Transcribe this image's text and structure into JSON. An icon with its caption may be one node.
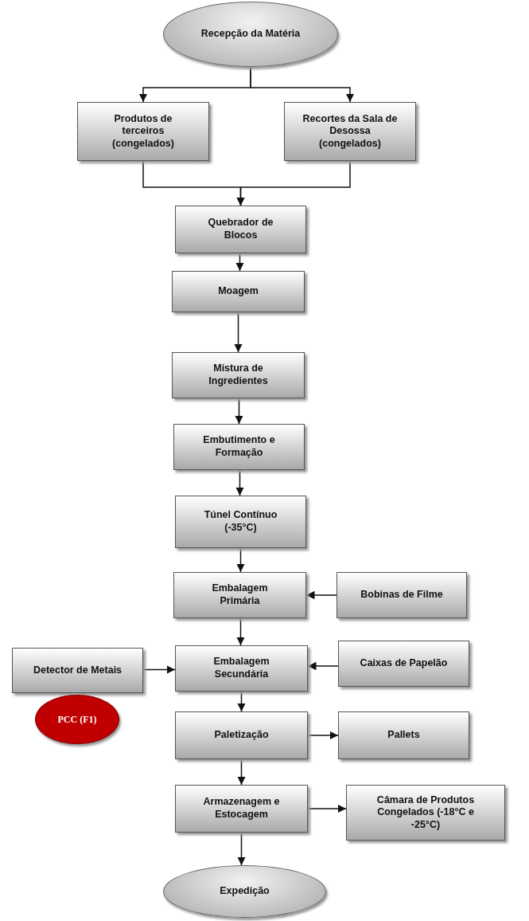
{
  "diagram": {
    "nodes": [
      {
        "text": [
          "Recepção da Matéria"
        ]
      },
      {
        "text": [
          "Produtos de terceiros (congelados)"
        ]
      },
      {
        "text": [
          "Recortes da Sala de Desossa (congelados)"
        ]
      },
      {
        "text": [
          "Quebrador de Blocos"
        ]
      },
      {
        "text": [
          "Moagem"
        ]
      },
      {
        "text": [
          "Mistura de Ingredientes"
        ]
      },
      {
        "text": [
          "Embutimento e Formação"
        ]
      },
      {
        "text": [
          "Túnel Contínuo (-35°C)"
        ]
      },
      {
        "text": [
          "Embalagem Primária"
        ]
      },
      {
        "text": [
          "Bobinas de Filme"
        ]
      },
      {
        "text": [
          "Detector de Metais"
        ]
      },
      {
        "text": [
          "Embalagem Secundária"
        ]
      },
      {
        "text": [
          "Caixas de Papelão"
        ]
      },
      {
        "text": [
          "PCC (F1)"
        ]
      },
      {
        "text": [
          "Paletização"
        ]
      },
      {
        "text": [
          "Pallets"
        ]
      },
      {
        "text": [
          "Armazenagem e Estocagem"
        ]
      },
      {
        "text": [
          "Câmara de Produtos Congelados (-18°C e -25°C)"
        ]
      },
      {
        "text": [
          "Expedição"
        ]
      }
    ],
    "edges": [
      {
        "from": 0,
        "to": 1,
        "arrow": "to"
      },
      {
        "from": 0,
        "to": 2,
        "arrow": "to"
      },
      {
        "from": 1,
        "to": 3,
        "arrow": "to"
      },
      {
        "from": 2,
        "to": 3,
        "arrow": "to"
      },
      {
        "from": 3,
        "to": 4,
        "arrow": "to"
      },
      {
        "from": 4,
        "to": 5,
        "arrow": "to"
      },
      {
        "from": 5,
        "to": 6,
        "arrow": "to"
      },
      {
        "from": 6,
        "to": 7,
        "arrow": "to"
      },
      {
        "from": 7,
        "to": 8,
        "arrow": "to"
      },
      {
        "from": 9,
        "to": 8,
        "arrow": "to"
      },
      {
        "from": 8,
        "to": 11,
        "arrow": "to"
      },
      {
        "from": 10,
        "to": 11,
        "arrow": "to"
      },
      {
        "from": 12,
        "to": 11,
        "arrow": "to"
      },
      {
        "from": 11,
        "to": 14,
        "arrow": "to"
      },
      {
        "from": 14,
        "to": 15,
        "arrow": "to"
      },
      {
        "from": 14,
        "to": 16,
        "arrow": "to"
      },
      {
        "from": 16,
        "to": 17,
        "arrow": "to"
      },
      {
        "from": 16,
        "to": 18,
        "arrow": "to"
      }
    ]
  }
}
